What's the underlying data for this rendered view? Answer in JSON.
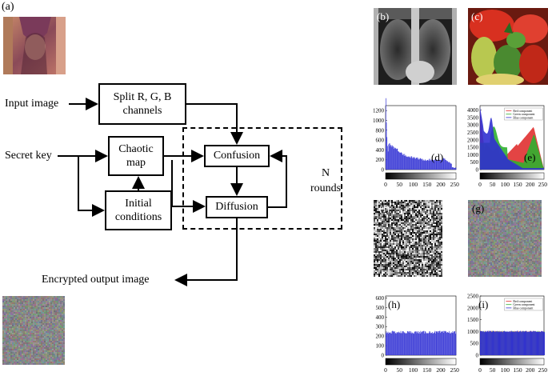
{
  "panel_labels": {
    "a": "(a)",
    "b": "(b)",
    "c": "(c)",
    "d": "(d)",
    "e": "(e)",
    "f": "(f)",
    "g": "(g)",
    "h": "(h)",
    "i": "(i)"
  },
  "flowchart": {
    "input_image": "Input image",
    "secret_key": "Secret key",
    "split_line1": "Split R, G, B",
    "split_line2": "channels",
    "chaotic_line1": "Chaotic",
    "chaotic_line2": "map",
    "initial_line1": "Initial",
    "initial_line2": "conditions",
    "confusion": "Confusion",
    "diffusion": "Diffusion",
    "rounds_line1": "N",
    "rounds_line2": "rounds",
    "output": "Encrypted output image"
  },
  "colors": {
    "hist_blue": "#3b3bd6",
    "red_series": "#e03030",
    "green_series": "#30b030",
    "blue_series": "#3030d0"
  },
  "chart_data": [
    {
      "id": "d",
      "type": "bar",
      "ylim": [
        0,
        1300
      ],
      "yticks": [
        "0",
        "200",
        "400",
        "600",
        "800",
        "1000",
        "1200"
      ],
      "xticks": [
        "0",
        "50",
        "100",
        "150",
        "200",
        "250"
      ]
    },
    {
      "id": "e",
      "type": "area",
      "ylim": [
        0,
        4300
      ],
      "yticks": [
        "0",
        "500",
        "1000",
        "1500",
        "2000",
        "2500",
        "3000",
        "3500",
        "4000"
      ],
      "xticks": [
        "0",
        "50",
        "100",
        "150",
        "200",
        "250"
      ],
      "legend": [
        "Red component",
        "Green component",
        "Blue component"
      ]
    },
    {
      "id": "h",
      "type": "bar",
      "ylim": [
        0,
        620
      ],
      "yticks": [
        "0",
        "100",
        "200",
        "300",
        "400",
        "500",
        "600"
      ],
      "xticks": [
        "0",
        "50",
        "100",
        "150",
        "200",
        "250"
      ],
      "level": 240
    },
    {
      "id": "i",
      "type": "bar",
      "ylim": [
        0,
        2500
      ],
      "yticks": [
        "0",
        "500",
        "1000",
        "1500",
        "2000",
        "2500"
      ],
      "xticks": [
        "0",
        "50",
        "100",
        "150",
        "200",
        "250"
      ],
      "legend": [
        "Red component",
        "Green component",
        "Blue component"
      ],
      "level": 1000
    }
  ]
}
